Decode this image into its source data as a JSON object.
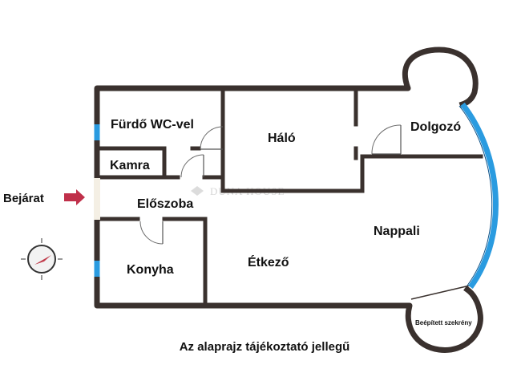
{
  "rooms": {
    "furdo": "Fürdő WC-vel",
    "halo": "Háló",
    "dolgozo": "Dolgozó",
    "kamra": "Kamra",
    "eloszoba": "Előszoba",
    "nappali": "Nappali",
    "konyha": "Konyha",
    "etkezo": "Étkező",
    "szekreny": "Beépített szekrény"
  },
  "entrance_label": "Bejárat",
  "watermark": "DUNA HOUSE",
  "caption": "Az alaprajz tájékoztató jellegű",
  "colors": {
    "wall": "#3a312e",
    "glass": "#2a9be0",
    "entrance_arrow": "#c0304a",
    "text": "#111111"
  },
  "icons": [
    "entrance-arrow-icon",
    "compass-icon",
    "door-swing-icon",
    "duna-house-logo-icon"
  ]
}
